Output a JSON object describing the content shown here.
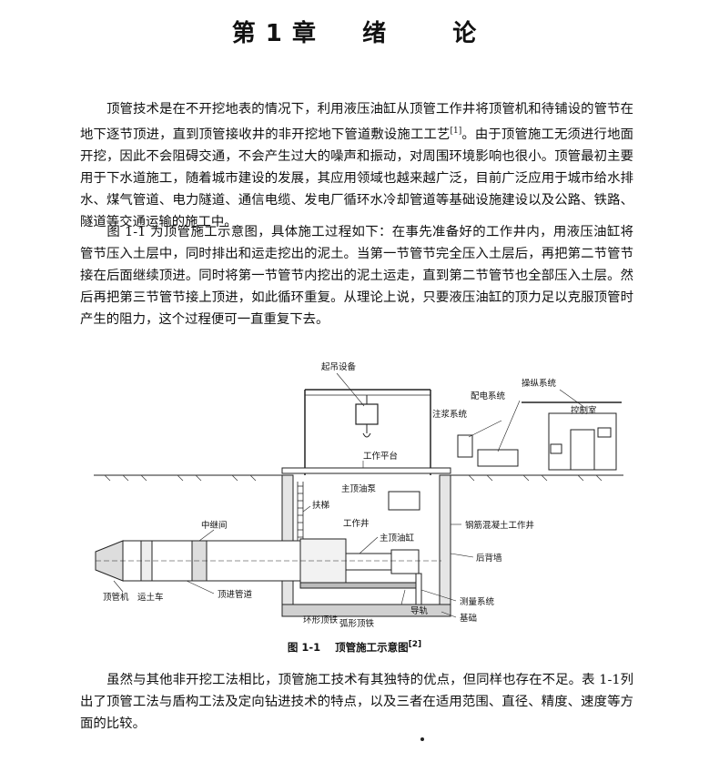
{
  "chapter": {
    "number": "第 1 章",
    "title_a": "绪",
    "title_b": "论"
  },
  "paragraphs": {
    "p1_a": "顶管技术是在不开挖地表的情况下，利用液压油缸从顶管工作井将顶管机和待铺设的管节在地下逐节顶进，直到顶管接收井的非开挖地下管道敷设施工工艺",
    "p1_ref": "[1]",
    "p1_b": "。由于顶管施工无须进行地面开挖，因此不会阻碍交通，不会产生过大的噪声和振动，对周围环境影响也很小。顶管最初主要用于下水道施工，随着城市建设的发展，其应用领域也越来越广泛，目前广泛应用于城市给水排水、煤气管道、电力隧道、通信电缆、发电厂循环水冷却管道等基础设施建设以及公路、铁路、隧道等交通运输的施工中。",
    "p2": "图 1-1 为顶管施工示意图，具体施工过程如下：在事先准备好的工作井内，用液压油缸将管节压入土层中，同时排出和运走挖出的泥土。当第一节管节完全压入土层后，再把第二节管节接在后面继续顶进。同时将第一节管节内挖出的泥土运走，直到第二节管节也全部压入土层。然后再把第三节管节接上顶进，如此循环重复。从理论上说，只要液压油缸的顶力足以克服顶管时产生的阻力，这个过程便可一直重复下去。",
    "p3": "虽然与其他非开挖工法相比，顶管施工技术有其独特的优点，但同样也存在不足。表 1-1列出了顶管工法与盾构工法及定向钻进技术的特点，以及三者在适用范围、直径、精度、速度等方面的比较。"
  },
  "figure": {
    "labels": {
      "crane": "起吊设备",
      "control_sys": "操纵系统",
      "power_sys": "配电系统",
      "control_room": "控制室",
      "grout_sys": "注浆系统",
      "platform": "工作平台",
      "main_pump": "主顶油泵",
      "ladder": "扶梯",
      "shaft": "工作井",
      "rc_shaft": "钢筋混凝土工作井",
      "relay": "中继间",
      "main_cyl": "主顶油缸",
      "back_wall": "后背墙",
      "tbm": "顶管机",
      "cart": "运土车",
      "pipe": "顶进管道",
      "guide": "导轨",
      "measure": "测量系统",
      "ring": "环形顶铁",
      "arc": "弧形顶铁",
      "base": "基础"
    },
    "caption_label": "图 1-1",
    "caption_text": "顶管施工示意图",
    "caption_ref": "[2]"
  }
}
